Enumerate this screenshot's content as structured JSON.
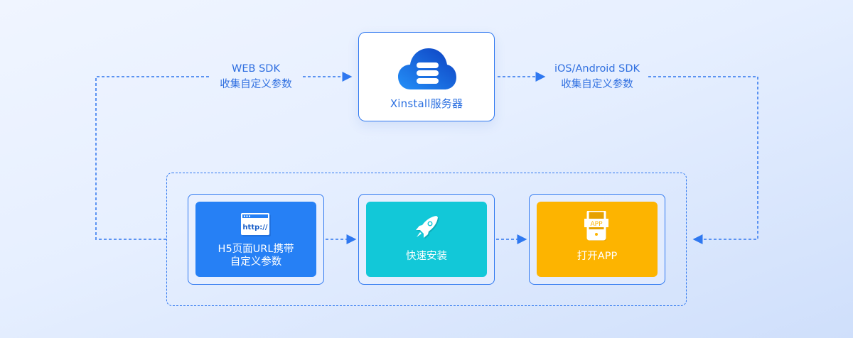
{
  "diagram": {
    "title": "Xinstall parameter passing flow",
    "server": {
      "label": "Xinstall服务器",
      "icon": "cloud-server-icon"
    },
    "edges": {
      "web_sdk": {
        "line1": "WEB SDK",
        "line2": "收集自定义参数"
      },
      "native_sdk": {
        "line1": "iOS/Android SDK",
        "line2": "收集自定义参数"
      }
    },
    "steps": [
      {
        "line1": "H5页面URL携带",
        "line2": "自定义参数",
        "icon": "browser-http-icon",
        "icon_text": "http://",
        "color": "#2680f5"
      },
      {
        "line1": "快速安装",
        "line2": "",
        "icon": "rocket-icon",
        "icon_text": "",
        "color": "#12c8d8"
      },
      {
        "line1": "打开APP",
        "line2": "",
        "icon": "phone-app-icon",
        "icon_text": "APP",
        "color": "#fdb400"
      }
    ],
    "colors": {
      "accent": "#2f78f0",
      "server_text": "#2b6fe0",
      "background_top": "#f0f5ff",
      "background_bottom": "#cfdffb"
    }
  }
}
